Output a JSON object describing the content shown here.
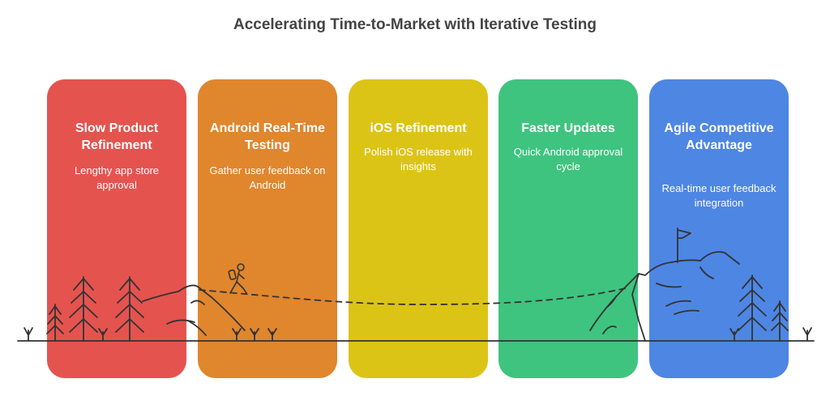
{
  "title": "Accelerating Time-to-Market with Iterative Testing",
  "colors": {
    "red": "#E5534F",
    "orange": "#E0862D",
    "yellow": "#DCC417",
    "green": "#3EC47F",
    "blue": "#4E86E4",
    "line": "#333333"
  },
  "cards": [
    {
      "title": "Slow Product Refinement",
      "description": "Lengthy app store approval",
      "color": "#E5534F"
    },
    {
      "title": "Android Real-Time Testing",
      "description": "Gather user feedback on Android",
      "color": "#E0862D"
    },
    {
      "title": "iOS Refinement",
      "description": "Polish iOS release with insights",
      "color": "#DCC417"
    },
    {
      "title": "Faster Updates",
      "description": "Quick Android approval cycle",
      "color": "#3EC47F"
    },
    {
      "title": "Agile Competitive Advantage",
      "description": "Real-time user feedback integration",
      "color": "#4E86E4"
    }
  ],
  "icons": [
    "pine-tree-icon",
    "hiker-icon",
    "mountain-icon",
    "flag-icon",
    "grass-tuft-icon"
  ]
}
